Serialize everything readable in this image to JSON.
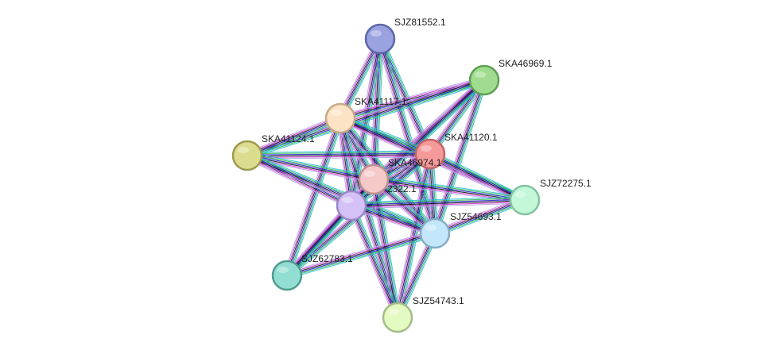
{
  "nodes": [
    {
      "id": "SJZ81552.1",
      "label": "SJZ81552.1",
      "color": "#9aa3e0",
      "stroke": "#5c67a8"
    },
    {
      "id": "SKA46969.1",
      "label": "SKA46969.1",
      "color": "#9fdc8f",
      "stroke": "#5fa055"
    },
    {
      "id": "SKA41117.1",
      "label": "SKA41117.1",
      "color": "#fde3c6",
      "stroke": "#c9a986"
    },
    {
      "id": "SKA41124.1",
      "label": "SKA41124.1",
      "color": "#dcdc8f",
      "stroke": "#9e9a4e"
    },
    {
      "id": "SKA41120.1",
      "label": "SKA41120.1",
      "color": "#f59a9a",
      "stroke": "#c46464"
    },
    {
      "id": "SKA46974.1",
      "label": "SKA46974.1",
      "color": "#f6c9c9",
      "stroke": "#c08e8e"
    },
    {
      "id": "SJZ72322.1",
      "label": "2322.1",
      "color": "#d4c2f7",
      "stroke": "#9a87c6"
    },
    {
      "id": "SJZ72275.1",
      "label": "SJZ72275.1",
      "color": "#c2f7d8",
      "stroke": "#85c2a0"
    },
    {
      "id": "SJZ54693.1",
      "label": "SJZ54693.1",
      "color": "#c4e6fa",
      "stroke": "#85acc4"
    },
    {
      "id": "SJZ62783.1",
      "label": "SJZ62783.1",
      "color": "#92ded2",
      "stroke": "#4f9c90"
    },
    {
      "id": "SJZ54743.1",
      "label": "SJZ54743.1",
      "color": "#e3fbc2",
      "stroke": "#a5bd86"
    }
  ],
  "edges": [
    [
      "SJZ81552.1",
      "SKA41117.1"
    ],
    [
      "SJZ81552.1",
      "SKA41120.1"
    ],
    [
      "SJZ81552.1",
      "SKA46974.1"
    ],
    [
      "SJZ81552.1",
      "SJZ72322.1"
    ],
    [
      "SJZ81552.1",
      "SJZ54693.1"
    ],
    [
      "SKA46969.1",
      "SKA41117.1"
    ],
    [
      "SKA46969.1",
      "SKA41120.1"
    ],
    [
      "SKA46969.1",
      "SKA46974.1"
    ],
    [
      "SKA46969.1",
      "SJZ72322.1"
    ],
    [
      "SKA46969.1",
      "SJZ54693.1"
    ],
    [
      "SKA46969.1",
      "SKA41124.1"
    ],
    [
      "SKA41117.1",
      "SKA41124.1"
    ],
    [
      "SKA41117.1",
      "SKA41120.1"
    ],
    [
      "SKA41117.1",
      "SKA46974.1"
    ],
    [
      "SKA41117.1",
      "SJZ72322.1"
    ],
    [
      "SKA41117.1",
      "SJZ54693.1"
    ],
    [
      "SKA41117.1",
      "SJZ72275.1"
    ],
    [
      "SKA41117.1",
      "SJZ62783.1"
    ],
    [
      "SKA41117.1",
      "SJZ54743.1"
    ],
    [
      "SKA41124.1",
      "SKA41120.1"
    ],
    [
      "SKA41124.1",
      "SKA46974.1"
    ],
    [
      "SKA41124.1",
      "SJZ72322.1"
    ],
    [
      "SKA41124.1",
      "SJZ54693.1"
    ],
    [
      "SKA41120.1",
      "SKA46974.1"
    ],
    [
      "SKA41120.1",
      "SJZ72322.1"
    ],
    [
      "SKA41120.1",
      "SJZ72275.1"
    ],
    [
      "SKA41120.1",
      "SJZ54693.1"
    ],
    [
      "SKA41120.1",
      "SJZ62783.1"
    ],
    [
      "SKA41120.1",
      "SJZ54743.1"
    ],
    [
      "SKA46974.1",
      "SJZ72322.1"
    ],
    [
      "SKA46974.1",
      "SJZ72275.1"
    ],
    [
      "SKA46974.1",
      "SJZ54693.1"
    ],
    [
      "SKA46974.1",
      "SJZ62783.1"
    ],
    [
      "SKA46974.1",
      "SJZ54743.1"
    ],
    [
      "SJZ72322.1",
      "SJZ72275.1"
    ],
    [
      "SJZ72322.1",
      "SJZ54693.1"
    ],
    [
      "SJZ72322.1",
      "SJZ62783.1"
    ],
    [
      "SJZ72322.1",
      "SJZ54743.1"
    ],
    [
      "SJZ72275.1",
      "SJZ54693.1"
    ],
    [
      "SJZ54693.1",
      "SJZ62783.1"
    ],
    [
      "SJZ54693.1",
      "SJZ54743.1"
    ]
  ],
  "edge_colors": [
    "#2ec0d8",
    "#31b84a",
    "#2323d6",
    "#1a1a1a",
    "#d33ad3",
    "#b7a6e8"
  ]
}
